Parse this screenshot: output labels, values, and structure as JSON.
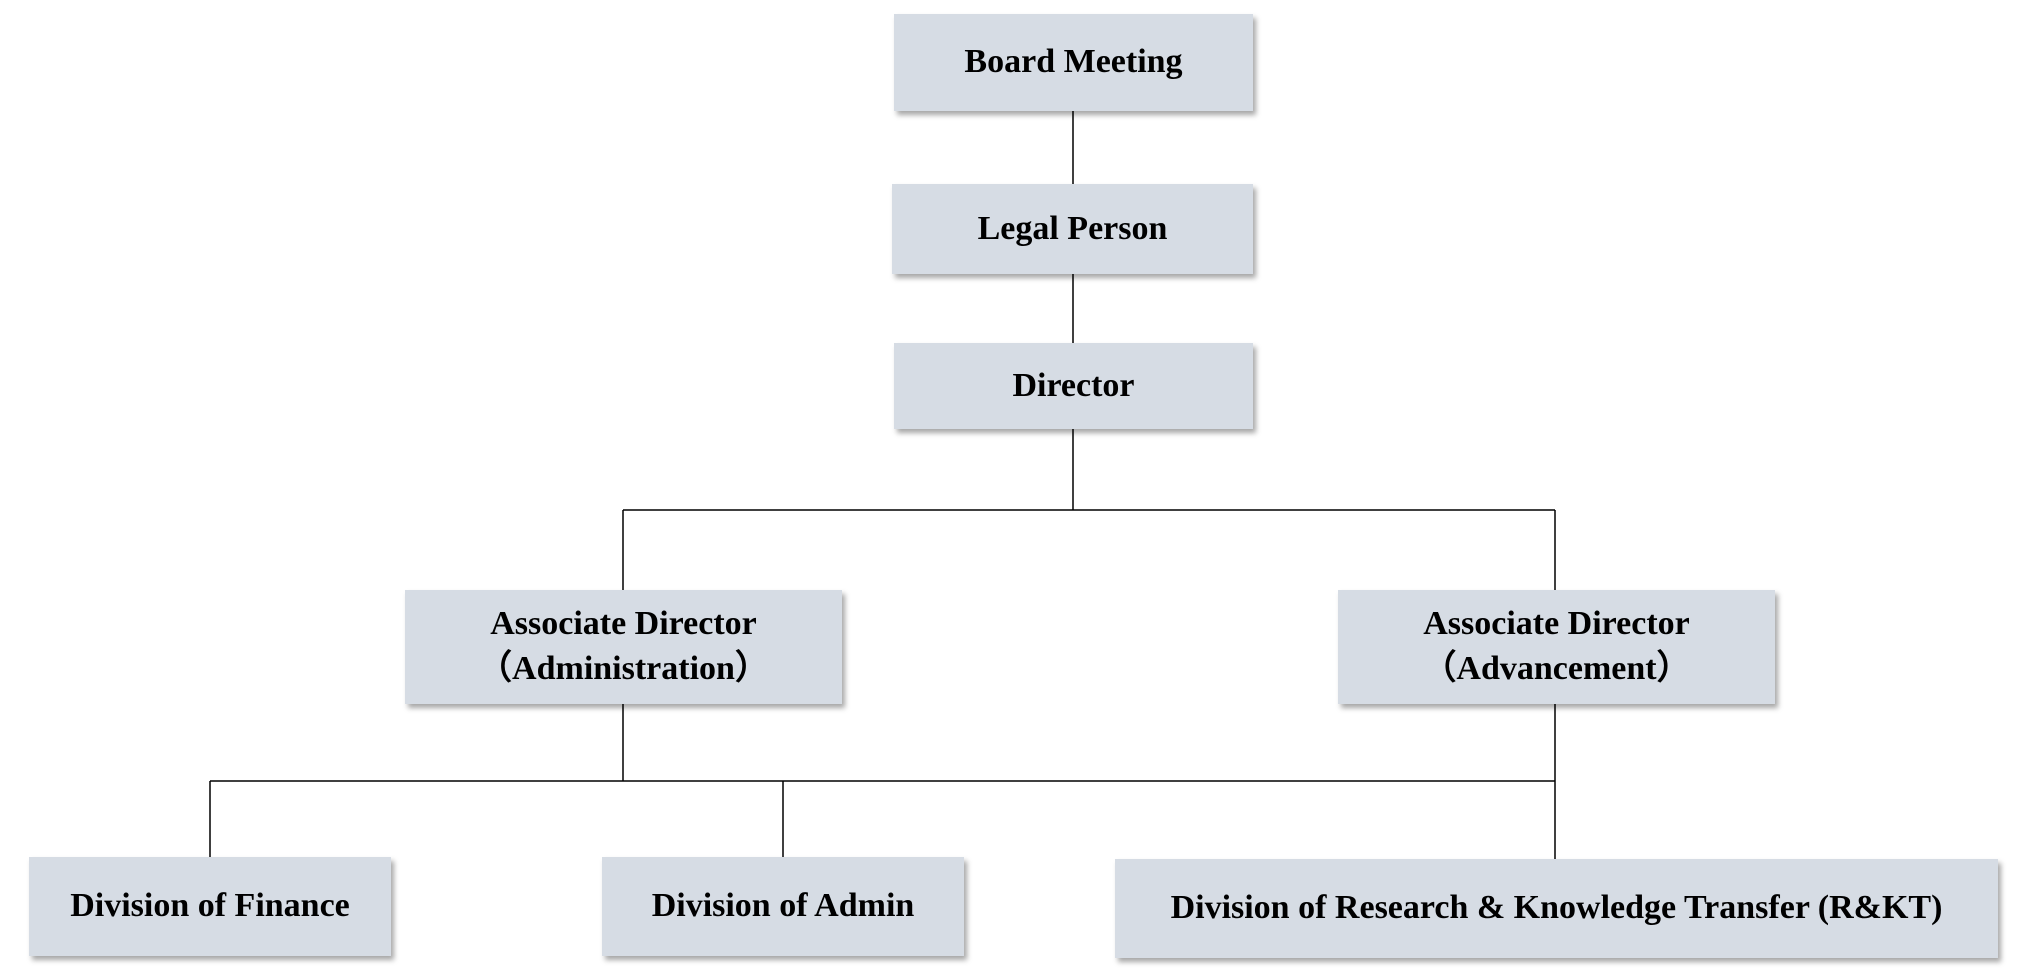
{
  "diagram": {
    "nodes": {
      "board_meeting": {
        "label": "Board Meeting"
      },
      "legal_person": {
        "label": "Legal Person"
      },
      "director": {
        "label": "Director"
      },
      "assoc_director_admin": {
        "line1": "Associate Director",
        "line2": "（Administration）"
      },
      "assoc_director_adv": {
        "line1": "Associate Director",
        "line2": "（Advancement）"
      },
      "division_finance": {
        "label": "Division of Finance"
      },
      "division_admin": {
        "label": "Division of Admin"
      },
      "division_rkt": {
        "label": "Division of Research & Knowledge Transfer (R&KT)"
      }
    },
    "edges": [
      [
        "board_meeting",
        "legal_person"
      ],
      [
        "legal_person",
        "director"
      ],
      [
        "director",
        "assoc_director_admin"
      ],
      [
        "director",
        "assoc_director_adv"
      ],
      [
        "assoc_director_admin",
        "division_finance"
      ],
      [
        "assoc_director_admin",
        "division_admin"
      ],
      [
        "assoc_director_admin",
        "division_rkt"
      ],
      [
        "assoc_director_adv",
        "division_rkt"
      ]
    ],
    "colors": {
      "box_fill": "#d6dce4",
      "line": "#000000",
      "text": "#000000"
    }
  }
}
